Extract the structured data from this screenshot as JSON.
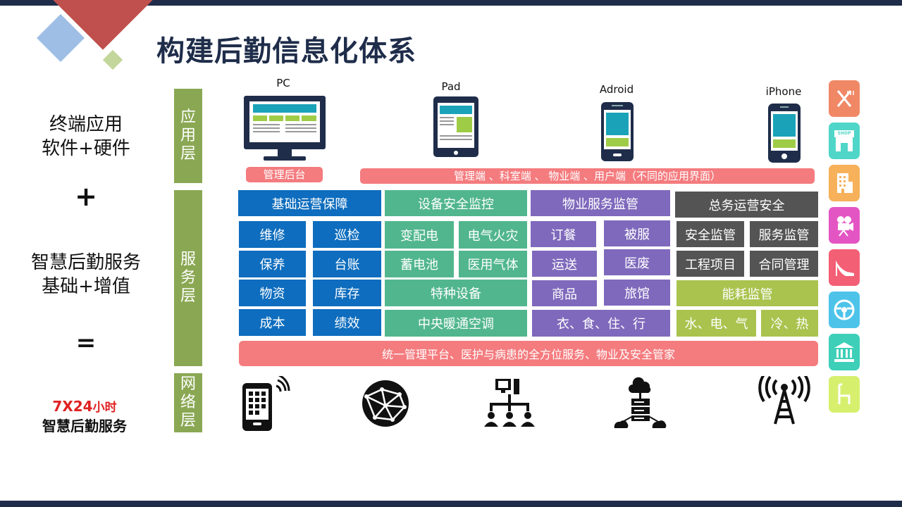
{
  "title": "构建后勤信息化体系",
  "left": {
    "line1a": "终端应用",
    "line1b": "软件+硬件",
    "plus": "+",
    "line2a": "智慧后勤服务",
    "line2b": "基础+增值",
    "equals": "=",
    "line3_red": "7X24",
    "line3_red_suffix": "小时",
    "line3b": "智慧后勤服务"
  },
  "layers": {
    "app": "应用层",
    "service": "服务层",
    "network": "网络层"
  },
  "devices": [
    {
      "label": "PC",
      "icon": "monitor-icon"
    },
    {
      "label": "Pad",
      "icon": "tablet-icon"
    },
    {
      "label": "Adroid",
      "icon": "android-phone-icon"
    },
    {
      "label": "iPhone",
      "icon": "iphone-icon"
    }
  ],
  "app_bars": {
    "admin": "管理后台",
    "clients": "管理端 、科室端 、 物业端 、用户端（不同的应用界面）"
  },
  "services": {
    "headers": [
      "基础运营保障",
      "设备安全监控",
      "物业服务监管",
      "总务运营安全"
    ],
    "basic": [
      "维修",
      "巡检",
      "保养",
      "台账",
      "物资",
      "库存",
      "成本",
      "绩效"
    ],
    "equip": [
      "变配电",
      "电气火灾",
      "蓄电池",
      "医用气体",
      "特种设备",
      "中央暖通空调"
    ],
    "property": [
      "订餐",
      "被服",
      "运送",
      "医废",
      "商品",
      "旅馆",
      "衣、食、住、行"
    ],
    "general": [
      "安全监管",
      "服务监管",
      "工程项目",
      "合同管理",
      "能耗监管",
      "水、电、气",
      "冷、热"
    ]
  },
  "platform": "统一管理平台、医护与病患的全方位服务、物业及安全管家",
  "network_icons": [
    "mobile-signal-icon",
    "globe-network-icon",
    "org-network-icon",
    "server-cloud-icon",
    "signal-tower-icon"
  ],
  "side_icons": [
    {
      "name": "dining-icon",
      "color": "#f08866"
    },
    {
      "name": "shop-icon",
      "color": "#4fd6c8",
      "text": "SHOP"
    },
    {
      "name": "building-icon",
      "color": "#f6b15a"
    },
    {
      "name": "camera-icon",
      "color": "#e455c4"
    },
    {
      "name": "heel-shoe-icon",
      "color": "#f35f75"
    },
    {
      "name": "steering-wheel-icon",
      "color": "#4ec3ea"
    },
    {
      "name": "bank-icon",
      "color": "#3dcfb8"
    },
    {
      "name": "chair-icon",
      "color": "#d6f06e"
    }
  ]
}
